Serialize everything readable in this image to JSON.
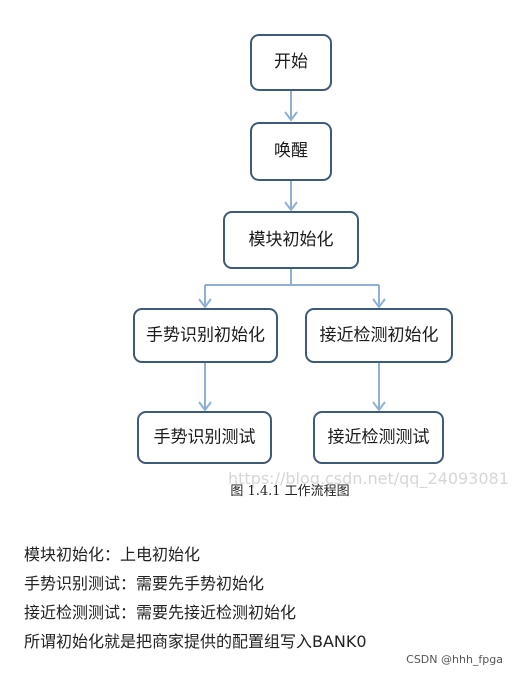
{
  "diagram": {
    "nodes": [
      {
        "id": "start",
        "label": "开始"
      },
      {
        "id": "wakeup",
        "label": "唤醒"
      },
      {
        "id": "module_init",
        "label": "模块初始化"
      },
      {
        "id": "gesture_init",
        "label": "手势识别初始化"
      },
      {
        "id": "proximity_init",
        "label": "接近检测初始化"
      },
      {
        "id": "gesture_test",
        "label": "手势识别测试"
      },
      {
        "id": "proximity_test",
        "label": "接近检测测试"
      }
    ],
    "edges": [
      {
        "from": "start",
        "to": "wakeup"
      },
      {
        "from": "wakeup",
        "to": "module_init"
      },
      {
        "from": "module_init",
        "to": "gesture_init"
      },
      {
        "from": "module_init",
        "to": "proximity_init"
      },
      {
        "from": "gesture_init",
        "to": "gesture_test"
      },
      {
        "from": "proximity_init",
        "to": "proximity_test"
      }
    ],
    "caption": "图 1.4.1 工作流程图",
    "watermark": "https://blog.csdn.net/qq_24093081",
    "colors": {
      "node_border": "#3d5a78",
      "edge": "#8fb0d6"
    }
  },
  "notes": [
    "模块初始化：上电初始化",
    "手势识别测试：需要先手势初始化",
    "接近检测测试：需要先接近检测初始化",
    "所谓初始化就是把商家提供的配置组写入BANK0"
  ],
  "credit": "CSDN @hhh_fpga"
}
